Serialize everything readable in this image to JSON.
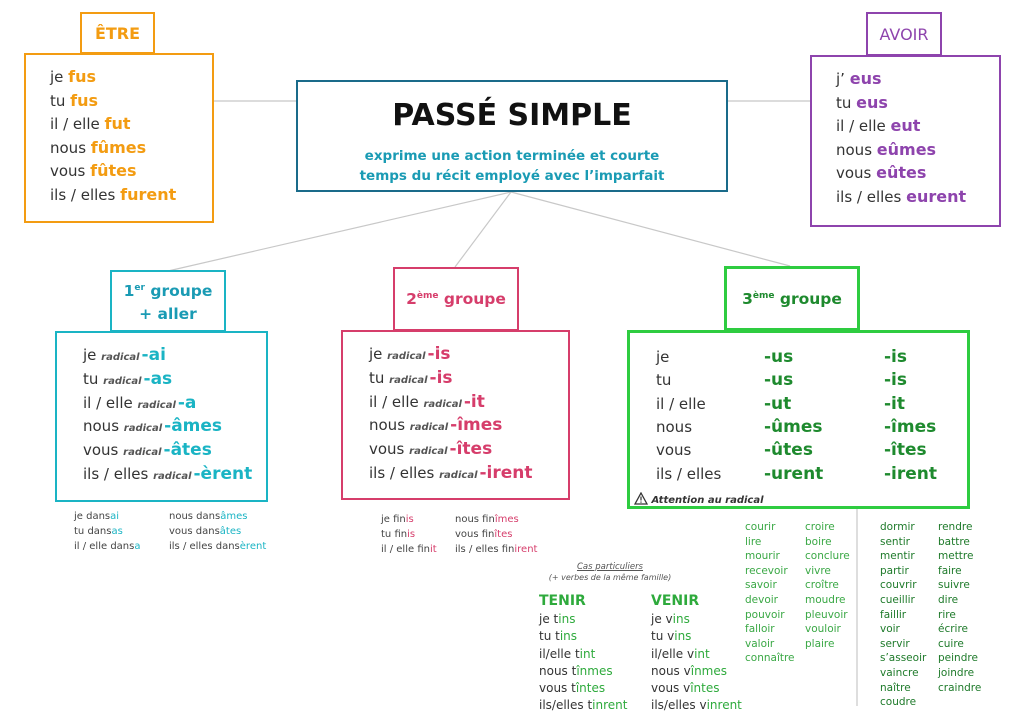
{
  "main": {
    "title": "PASSÉ SIMPLE",
    "line1": "exprime une action terminée et courte",
    "line2": "temps du récit employé avec l’imparfait"
  },
  "etre": {
    "label": "ÊTRE",
    "rows": [
      {
        "p": "je",
        "e": "fus"
      },
      {
        "p": "tu",
        "e": "fus"
      },
      {
        "p": "il / elle",
        "e": "fut"
      },
      {
        "p": "nous",
        "e": "fûmes"
      },
      {
        "p": "vous",
        "e": "fûtes"
      },
      {
        "p": "ils / elles",
        "e": "furent"
      }
    ]
  },
  "avoir": {
    "label": "AVOIR",
    "rows": [
      {
        "p": "j’",
        "e": "eus"
      },
      {
        "p": "tu",
        "e": "eus"
      },
      {
        "p": "il / elle",
        "e": "eut"
      },
      {
        "p": "nous",
        "e": "eûmes"
      },
      {
        "p": "vous",
        "e": "eûtes"
      },
      {
        "p": "ils / elles",
        "e": "eurent"
      }
    ]
  },
  "g1": {
    "label_num": "1",
    "label_sup": "er",
    "label_word": " groupe",
    "label_line2": "+ aller",
    "radical": "radical",
    "rows": [
      {
        "p": "je",
        "e": "-ai"
      },
      {
        "p": "tu",
        "e": "-as"
      },
      {
        "p": "il / elle",
        "e": "-a"
      },
      {
        "p": "nous",
        "e": "-âmes"
      },
      {
        "p": "vous",
        "e": "-âtes"
      },
      {
        "p": "ils / elles",
        "e": "-èrent"
      }
    ],
    "examples": {
      "col1": [
        [
          "je dans",
          "ai"
        ],
        [
          "tu dans",
          "as"
        ],
        [
          "il / elle dans",
          "a"
        ]
      ],
      "col2": [
        [
          "nous dans",
          "âmes"
        ],
        [
          "vous dans",
          "âtes"
        ],
        [
          "ils / elles dans",
          "èrent"
        ]
      ]
    }
  },
  "g2": {
    "label_num": "2",
    "label_sup": "ème",
    "label_word": " groupe",
    "radical": "radical",
    "rows": [
      {
        "p": "je",
        "e": "-is"
      },
      {
        "p": "tu",
        "e": "-is"
      },
      {
        "p": "il / elle",
        "e": "-it"
      },
      {
        "p": "nous",
        "e": "-îmes"
      },
      {
        "p": "vous",
        "e": "-îtes"
      },
      {
        "p": "ils / elles",
        "e": "-irent"
      }
    ],
    "examples": {
      "col1": [
        [
          "je fin",
          "is"
        ],
        [
          "tu fin",
          "is"
        ],
        [
          "il / elle fin",
          "it"
        ]
      ],
      "col2": [
        [
          "nous fin",
          "îmes"
        ],
        [
          "vous fin",
          "îtes"
        ],
        [
          "ils / elles fin",
          "irent"
        ]
      ]
    }
  },
  "g3": {
    "label_num": "3",
    "label_sup": "ème",
    "label_word": " groupe",
    "rows": [
      {
        "p": "je",
        "a": "-us",
        "b": "-is"
      },
      {
        "p": "tu",
        "a": "-us",
        "b": "-is"
      },
      {
        "p": "il / elle",
        "a": "-ut",
        "b": "-it"
      },
      {
        "p": "nous",
        "a": "-ûmes",
        "b": "-îmes"
      },
      {
        "p": "vous",
        "a": "-ûtes",
        "b": "-îtes"
      },
      {
        "p": "ils / elles",
        "a": "-urent",
        "b": "-irent"
      }
    ],
    "warning": "Attention au radical",
    "verbs_us_1": [
      "courir",
      "lire",
      "mourir",
      "recevoir",
      "savoir",
      "devoir",
      "pouvoir",
      "falloir",
      "valoir",
      "connaître"
    ],
    "verbs_us_2": [
      "croire",
      "boire",
      "conclure",
      "vivre",
      "croître",
      "moudre",
      "pleuvoir",
      "vouloir",
      "plaire"
    ],
    "verbs_is_1": [
      "dormir",
      "sentir",
      "mentir",
      "partir",
      "couvrir",
      "cueillir",
      "faillir",
      "voir",
      "servir",
      "s’asseoir",
      "vaincre",
      "naître",
      "coudre"
    ],
    "verbs_is_2": [
      "rendre",
      "battre",
      "mettre",
      "faire",
      "suivre",
      "dire",
      "rire",
      "écrire",
      "cuire",
      "peindre",
      "joindre",
      "craindre"
    ]
  },
  "special": {
    "title": "Cas particuliers",
    "subtitle": "(+ verbes de la même famille)",
    "tenir": {
      "label": "TENIR",
      "rows": [
        [
          "je t",
          "ins"
        ],
        [
          "tu t",
          "ins"
        ],
        [
          "il/elle t",
          "int"
        ],
        [
          "nous t",
          "înmes"
        ],
        [
          "vous t",
          "întes"
        ],
        [
          "ils/elles t",
          "inrent"
        ]
      ]
    },
    "venir": {
      "label": "VENIR",
      "rows": [
        [
          "je v",
          "ins"
        ],
        [
          "tu v",
          "ins"
        ],
        [
          "il/elle v",
          "int"
        ],
        [
          "nous v",
          "înmes"
        ],
        [
          "vous v",
          "întes"
        ],
        [
          "ils/elles v",
          "inrent"
        ]
      ]
    }
  },
  "colors": {
    "etre": "#f39c12",
    "avoir": "#8e44ad",
    "main": "#1a6b8a",
    "g1": "#1ab4c4",
    "g2": "#d63d6b",
    "g3_border": "#2ecc40",
    "g3_text": "#1e8a2e",
    "list_green": "#3aa845",
    "text": "#333333"
  }
}
